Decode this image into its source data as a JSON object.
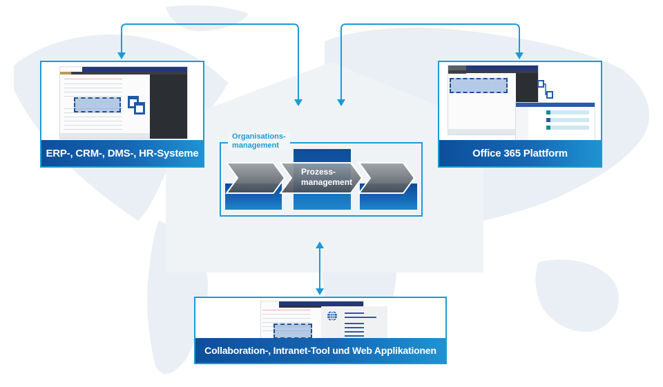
{
  "colors": {
    "accent": "#1a9ad6",
    "label_dark": "#0d4f9c",
    "label_light": "#1e93d2",
    "chevron": "#7d8389"
  },
  "panels": {
    "erp": {
      "label": "ERP-, CRM-, DMS-, HR-Systeme",
      "icon": "copy-windows-icon"
    },
    "office": {
      "label": "Office 365 Plattform",
      "icon": "workflow-connector-icon"
    },
    "collab": {
      "label": "Collaboration-, Intranet-Tool und Web Applikationen",
      "icon": "globe-icon"
    }
  },
  "center": {
    "outer_label_line1": "Organisations-",
    "outer_label_line2": "management",
    "inner_label_line1": "Prozess-",
    "inner_label_line2": "management"
  },
  "connections": [
    {
      "from": "process-management",
      "to": "erp",
      "type": "bidirectional"
    },
    {
      "from": "process-management",
      "to": "office",
      "type": "bidirectional"
    },
    {
      "from": "process-management",
      "to": "collab",
      "type": "bidirectional"
    }
  ]
}
